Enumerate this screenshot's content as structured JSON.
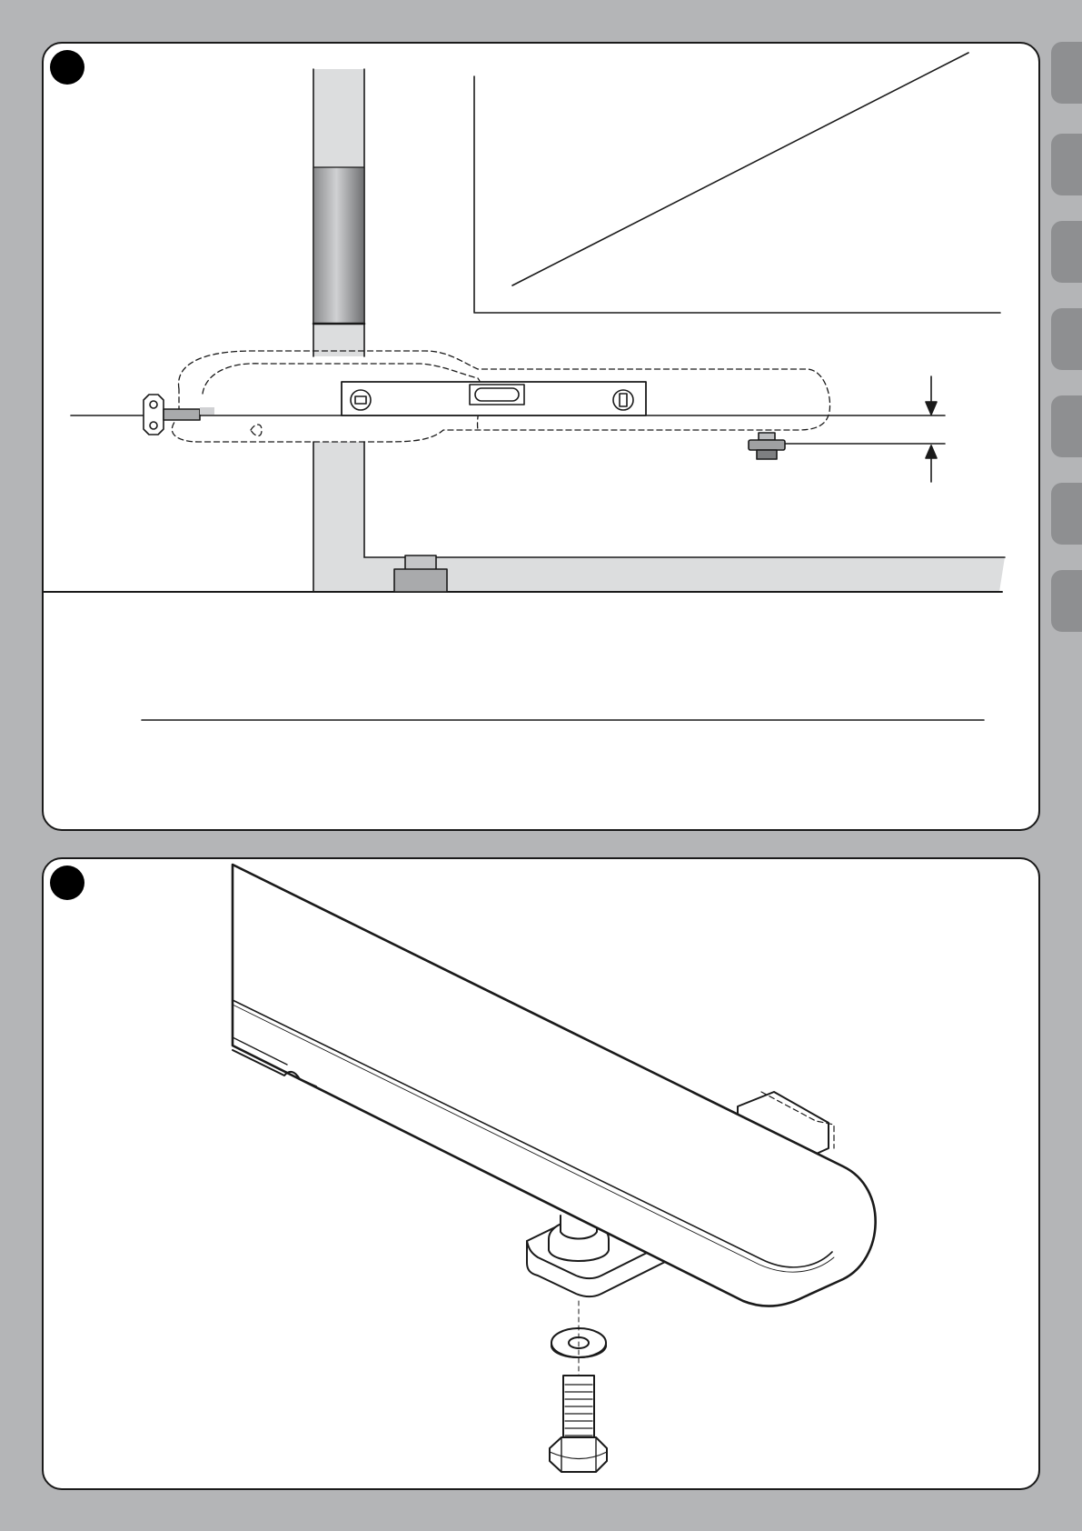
{
  "page": {
    "background_color": "#b4b5b7",
    "panel_color": "#ffffff",
    "line_color": "#1a1a1a",
    "tab_color": "#8e8f91",
    "tab_count": 7
  },
  "figures": [
    {
      "id": "figure-1",
      "step_marker_color": "#000000",
      "depicts": [
        "pillar",
        "gate-leaf",
        "gear-motor-outline",
        "spirit-level",
        "rear-bracket",
        "gate-stop",
        "clearance-dimension"
      ]
    },
    {
      "id": "figure-2",
      "step_marker_color": "#000000",
      "depicts": [
        "gear-motor-arm",
        "fixing-bracket",
        "washer",
        "screw"
      ]
    }
  ]
}
